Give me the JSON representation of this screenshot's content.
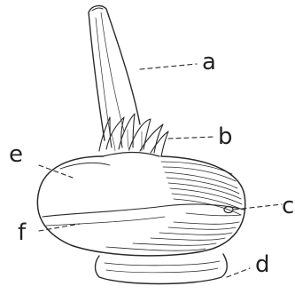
{
  "labels": {
    "a": "a",
    "b": "b",
    "c": "c",
    "d": "d",
    "e": "e",
    "f": "f"
  },
  "colors": {
    "ink": "#2a2a2a",
    "paper": "#ffffff"
  }
}
